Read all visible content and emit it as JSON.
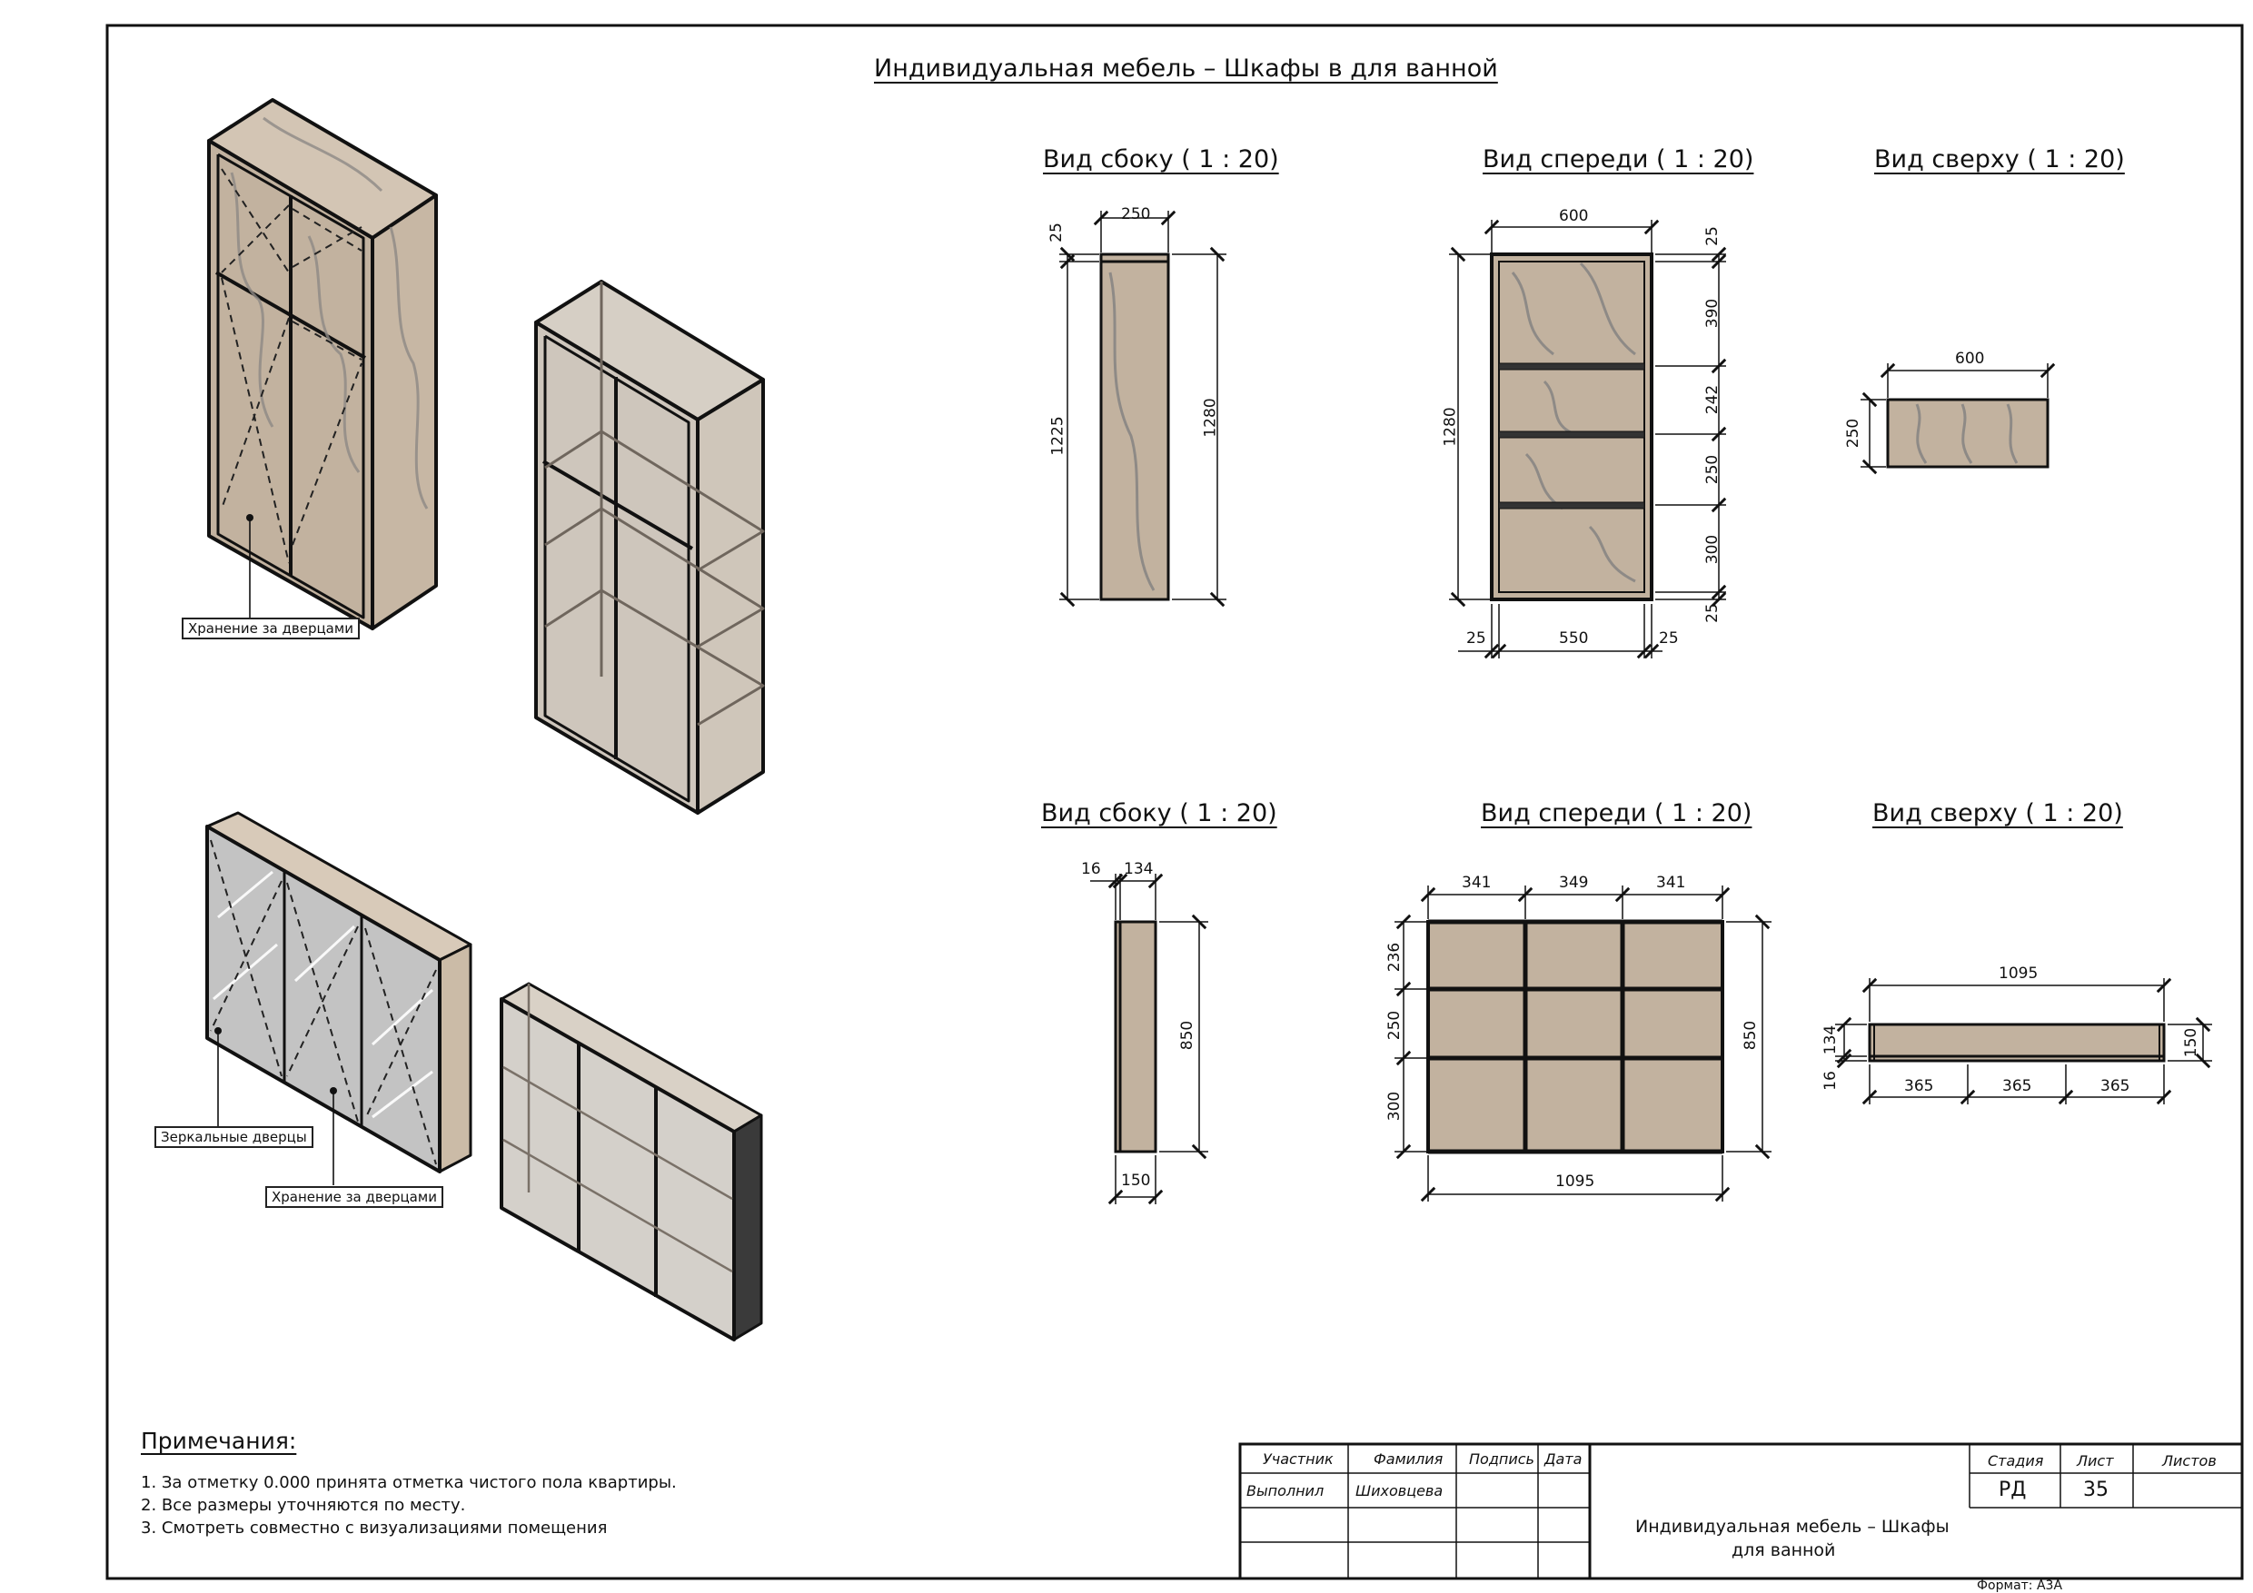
{
  "sheet": {
    "title": "Индивидуальная мебель – Шкафы  в для ванной",
    "format": "Формат: А3А"
  },
  "callouts": {
    "storage_upper": "Хранение за дверцами",
    "mirror_doors": "Зеркальные дверцы",
    "storage_lower": "Хранение за дверцами"
  },
  "upper_views": {
    "side_title": "Вид сбоку ( 1 : 20)",
    "front_title": "Вид спереди ( 1 : 20)",
    "top_title": "Вид сверху ( 1 : 20)",
    "side": {
      "width": "250",
      "top": "25",
      "inner_height": "1225",
      "height": "1280"
    },
    "front": {
      "width": "600",
      "height": "1280",
      "seg_top": "25",
      "seg_1": "390",
      "seg_2": "242",
      "seg_3": "250",
      "seg_4": "300",
      "seg_bottom": "25",
      "left": "25",
      "inner_width": "550",
      "right": "25"
    },
    "top": {
      "width": "600",
      "depth": "250"
    }
  },
  "lower_views": {
    "side_title": "Вид сбоку ( 1 : 20)",
    "front_title": "Вид спереди ( 1 : 20)",
    "top_title": "Вид сверху ( 1 : 20)",
    "side": {
      "frame": "16",
      "inner": "134",
      "height": "850",
      "depth": "150"
    },
    "front": {
      "col_1": "341",
      "col_2": "349",
      "col_3": "341",
      "row_1": "236",
      "row_2": "250",
      "row_3": "300",
      "height": "850",
      "width": "1095"
    },
    "top": {
      "width": "1095",
      "inner": "134",
      "frame": "16",
      "depth": "150",
      "seg_1": "365",
      "seg_2": "365",
      "seg_3": "365"
    }
  },
  "notes": {
    "heading": "Примечания:",
    "items": [
      "1.   За отметку 0.000 принята отметка чистого пола квартиры.",
      "2.   Все размеры уточняются по месту.",
      "3.   Смотреть совместно с визуализациями помещения"
    ]
  },
  "title_block": {
    "col_participant": "Участник",
    "col_surname": "Фамилия",
    "col_signature": "Подпись",
    "col_date": "Дата",
    "role": "Выполнил",
    "surname": "Шиховцева",
    "description_line1": "Индивидуальная мебель – Шкафы",
    "description_line2": "для ванной",
    "stage_label": "Стадия",
    "sheet_label": "Лист",
    "sheets_label": "Листов",
    "stage": "РД",
    "sheet_no": "35",
    "sheets_total": ""
  },
  "colors": {
    "wood": "#c2b29f",
    "wood_light": "#d9ccbd",
    "glass": "#c8c4be",
    "mirror": "#c3c3c3",
    "line": "#111111"
  }
}
